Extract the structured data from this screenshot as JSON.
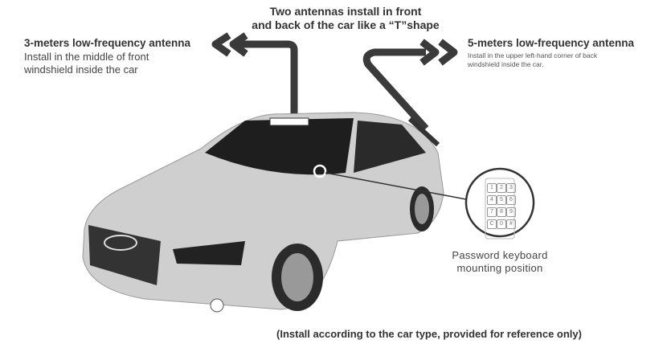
{
  "top_note": {
    "line1": "Two antennas install in front",
    "line2": "and back of the car like a “T”shape"
  },
  "left_antenna": {
    "title": "3-meters low-frequency antenna",
    "desc_line1": "Install in the middle of front",
    "desc_line2": "windshield inside the car"
  },
  "right_antenna": {
    "title": "5-meters low-frequency antenna",
    "desc_line1": "Install in the upper left-hand corner of back",
    "desc_line2": "windshield inside the car."
  },
  "keypad": {
    "keys": [
      "1",
      "2",
      "3",
      "4",
      "5",
      "6",
      "7",
      "8",
      "9",
      "C",
      "0",
      "#"
    ],
    "label_line1": "Password keyboard",
    "label_line2": "mounting position"
  },
  "footnote": "(Install according to the car type, provided for reference only)",
  "colors": {
    "arrow": "#3a3a3a",
    "car_body": "#c8c8c8",
    "glass": "#1e1e1e"
  }
}
